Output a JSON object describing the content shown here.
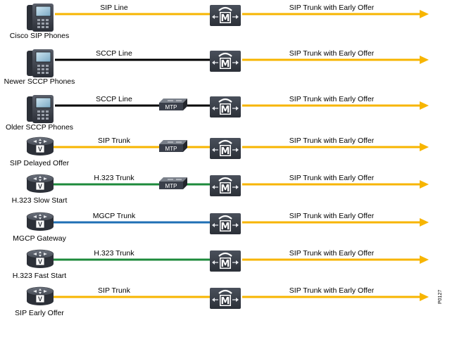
{
  "colors": {
    "sip_trunk_line": "#f7b500",
    "sip_line": "#f7b500",
    "sccp_line": "#000000",
    "h323_line": "#1d8a3b",
    "mgcp_line": "#1f6fb5",
    "device_dark": "#3a3f4a"
  },
  "rows": [
    {
      "device_label": "Cisco SIP Phones",
      "device_icon": "ip-phone-icon",
      "link_label": "SIP Line",
      "link_type": "sip",
      "has_mtp": false,
      "trunk_label": "SIP Trunk with Early Offer"
    },
    {
      "device_label": "Newer SCCP Phones",
      "device_icon": "ip-phone-icon",
      "link_label": "SCCP Line",
      "link_type": "sccp",
      "has_mtp": false,
      "trunk_label": "SIP Trunk with Early Offer"
    },
    {
      "device_label": "Older SCCP Phones",
      "device_icon": "ip-phone-icon",
      "link_label": "SCCP Line",
      "link_type": "sccp",
      "has_mtp": true,
      "trunk_label": "SIP Trunk with Early Offer"
    },
    {
      "device_label": "SIP Delayed Offer",
      "device_icon": "voice-router-icon",
      "link_label": "SIP Trunk",
      "link_type": "sip",
      "has_mtp": true,
      "trunk_label": "SIP Trunk with Early Offer"
    },
    {
      "device_label": "H.323 Slow Start",
      "device_icon": "voice-router-icon",
      "link_label": "H.323 Trunk",
      "link_type": "h323",
      "has_mtp": true,
      "trunk_label": "SIP Trunk with Early Offer"
    },
    {
      "device_label": "MGCP Gateway",
      "device_icon": "voice-router-icon",
      "link_label": "MGCP Trunk",
      "link_type": "mgcp",
      "has_mtp": false,
      "trunk_label": "SIP Trunk with Early Offer"
    },
    {
      "device_label": "H.323 Fast Start",
      "device_icon": "voice-router-icon",
      "link_label": "H.323 Trunk",
      "link_type": "h323",
      "has_mtp": false,
      "trunk_label": "SIP Trunk with Early Offer"
    },
    {
      "device_label": "SIP Early Offer",
      "device_icon": "voice-router-icon",
      "link_label": "SIP Trunk",
      "link_type": "sip",
      "has_mtp": false,
      "trunk_label": "SIP Trunk with Early Offer"
    }
  ],
  "mtp_label": "MTP",
  "cucm_letter": "M",
  "figure_id": "P0127"
}
